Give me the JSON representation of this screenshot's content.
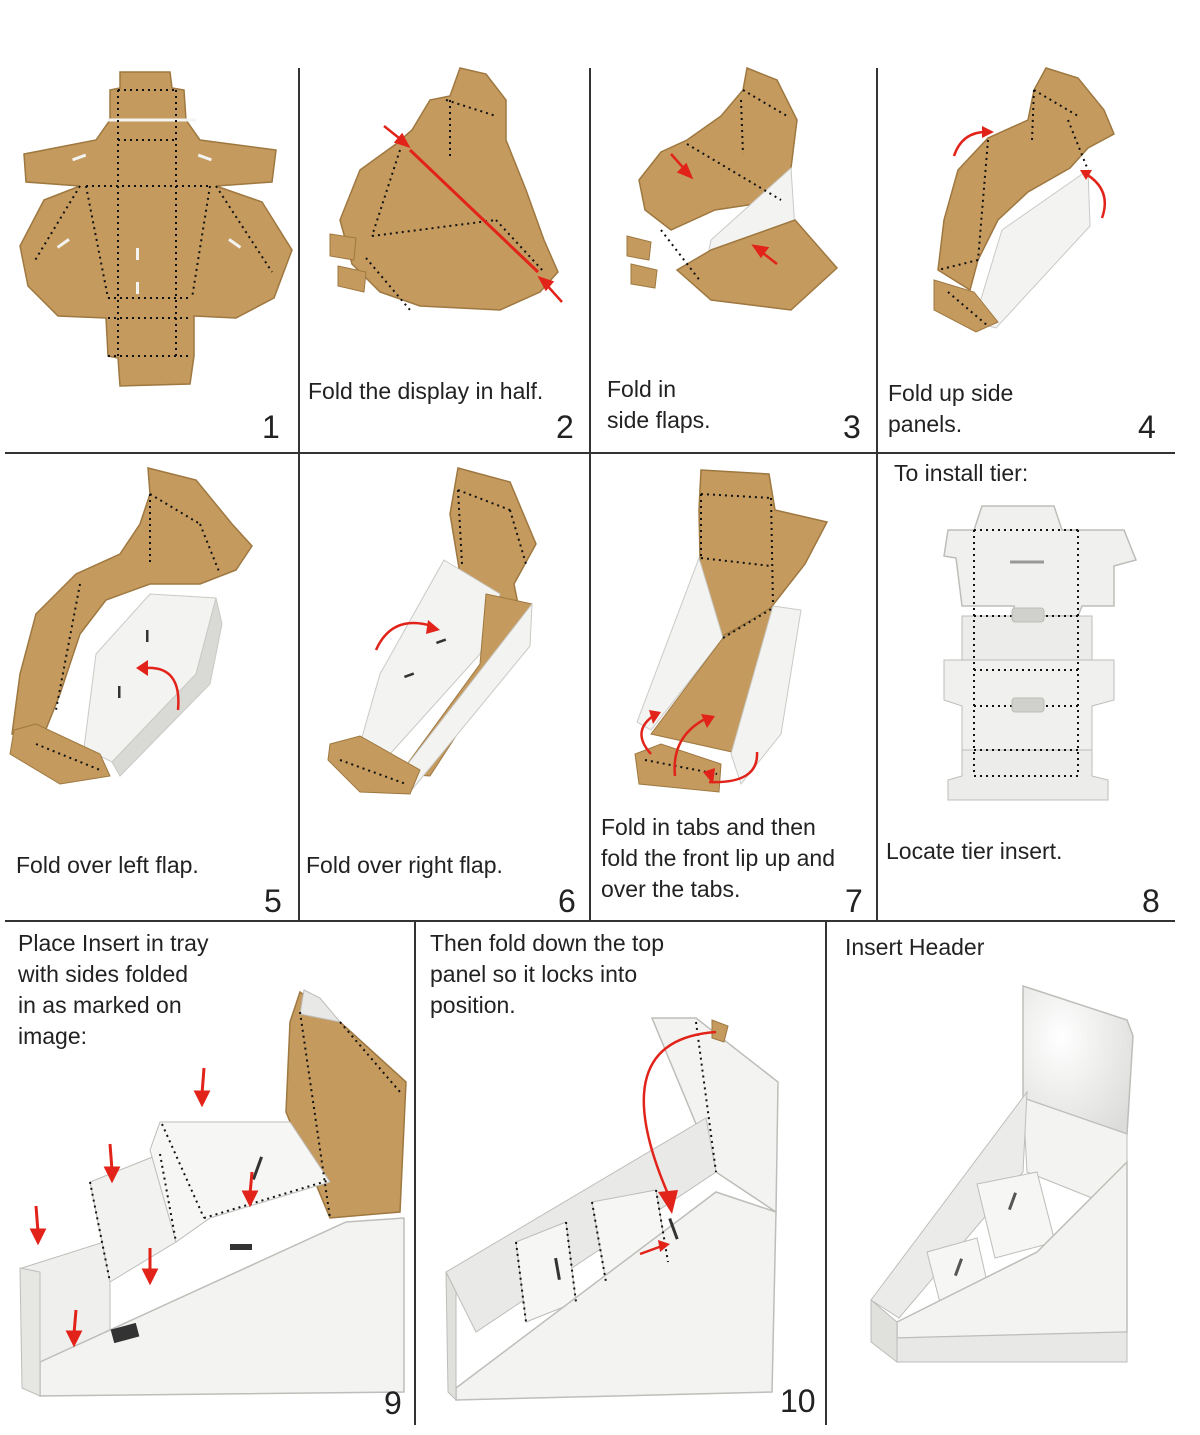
{
  "steps": [
    {
      "number": "1",
      "caption": []
    },
    {
      "number": "2",
      "caption": [
        "Fold the display in half."
      ]
    },
    {
      "number": "3",
      "caption": [
        "Fold in",
        "side flaps."
      ]
    },
    {
      "number": "4",
      "caption": [
        "Fold up side",
        "panels."
      ]
    },
    {
      "number": "5",
      "caption": [
        "Fold over left flap."
      ]
    },
    {
      "number": "6",
      "caption": [
        "Fold over right flap."
      ]
    },
    {
      "number": "7",
      "caption": [
        "Fold in tabs and then",
        "fold the front lip up and",
        "over the tabs."
      ]
    },
    {
      "number": "8",
      "title": "To install tier:",
      "caption": [
        "Locate tier insert."
      ]
    },
    {
      "number": "9",
      "caption": [
        "Place Insert in tray",
        "with sides folded",
        "in as marked on",
        "image:"
      ]
    },
    {
      "number": "10",
      "caption": [
        "Then fold down the top",
        "panel so it locks into",
        "position."
      ]
    },
    {
      "number": "",
      "caption": [
        "Insert Header"
      ]
    }
  ],
  "colors": {
    "cardboard": "#C49A5E",
    "cardboard_dark": "#9E7840",
    "white_board": "#F3F3F1",
    "white_shade": "#D9D9D6",
    "fold_line": "#111111",
    "arrow": "#E2231A",
    "rule": "#333333"
  }
}
